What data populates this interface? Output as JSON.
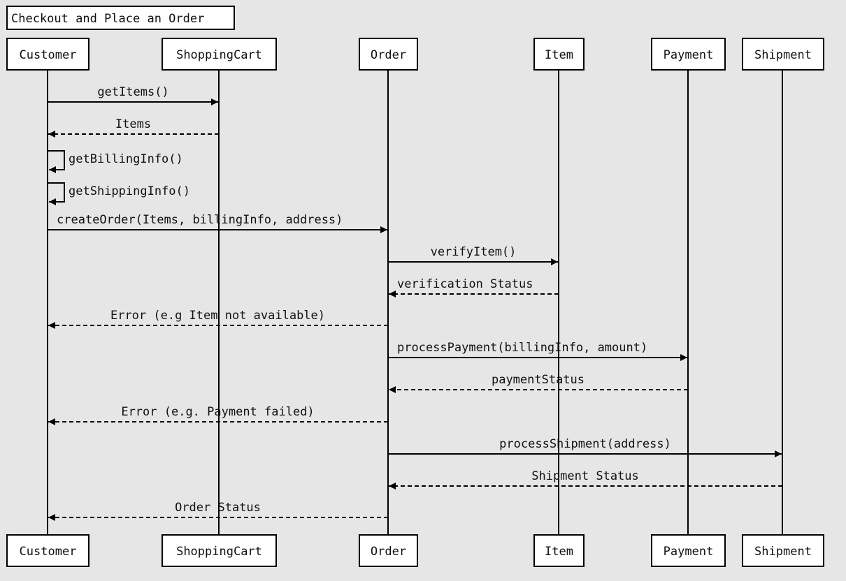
{
  "title": "Checkout and Place an Order",
  "participants": [
    {
      "id": "customer",
      "label": "Customer"
    },
    {
      "id": "shoppingcart",
      "label": "ShoppingCart"
    },
    {
      "id": "order",
      "label": "Order"
    },
    {
      "id": "item",
      "label": "Item"
    },
    {
      "id": "payment",
      "label": "Payment"
    },
    {
      "id": "shipment",
      "label": "Shipment"
    }
  ],
  "messages": [
    {
      "from": "customer",
      "to": "shoppingcart",
      "label": "getItems()",
      "style": "solid"
    },
    {
      "from": "shoppingcart",
      "to": "customer",
      "label": "Items",
      "style": "dashed"
    },
    {
      "from": "customer",
      "to": "customer",
      "label": "getBillingInfo()",
      "style": "self"
    },
    {
      "from": "customer",
      "to": "customer",
      "label": "getShippingInfo()",
      "style": "self"
    },
    {
      "from": "customer",
      "to": "order",
      "label": "createOrder(Items, billingInfo, address)",
      "style": "solid"
    },
    {
      "from": "order",
      "to": "item",
      "label": "verifyItem()",
      "style": "solid"
    },
    {
      "from": "item",
      "to": "order",
      "label": "verification Status",
      "style": "dashed"
    },
    {
      "from": "order",
      "to": "customer",
      "label": "Error (e.g Item not available)",
      "style": "dashed"
    },
    {
      "from": "order",
      "to": "payment",
      "label": "processPayment(billingInfo, amount)",
      "style": "solid"
    },
    {
      "from": "payment",
      "to": "order",
      "label": "paymentStatus",
      "style": "dashed"
    },
    {
      "from": "order",
      "to": "customer",
      "label": "Error (e.g. Payment failed)",
      "style": "dashed"
    },
    {
      "from": "order",
      "to": "shipment",
      "label": "processShipment(address)",
      "style": "solid"
    },
    {
      "from": "shipment",
      "to": "order",
      "label": "Shipment Status",
      "style": "dashed"
    },
    {
      "from": "order",
      "to": "customer",
      "label": "Order Status",
      "style": "dashed"
    }
  ]
}
